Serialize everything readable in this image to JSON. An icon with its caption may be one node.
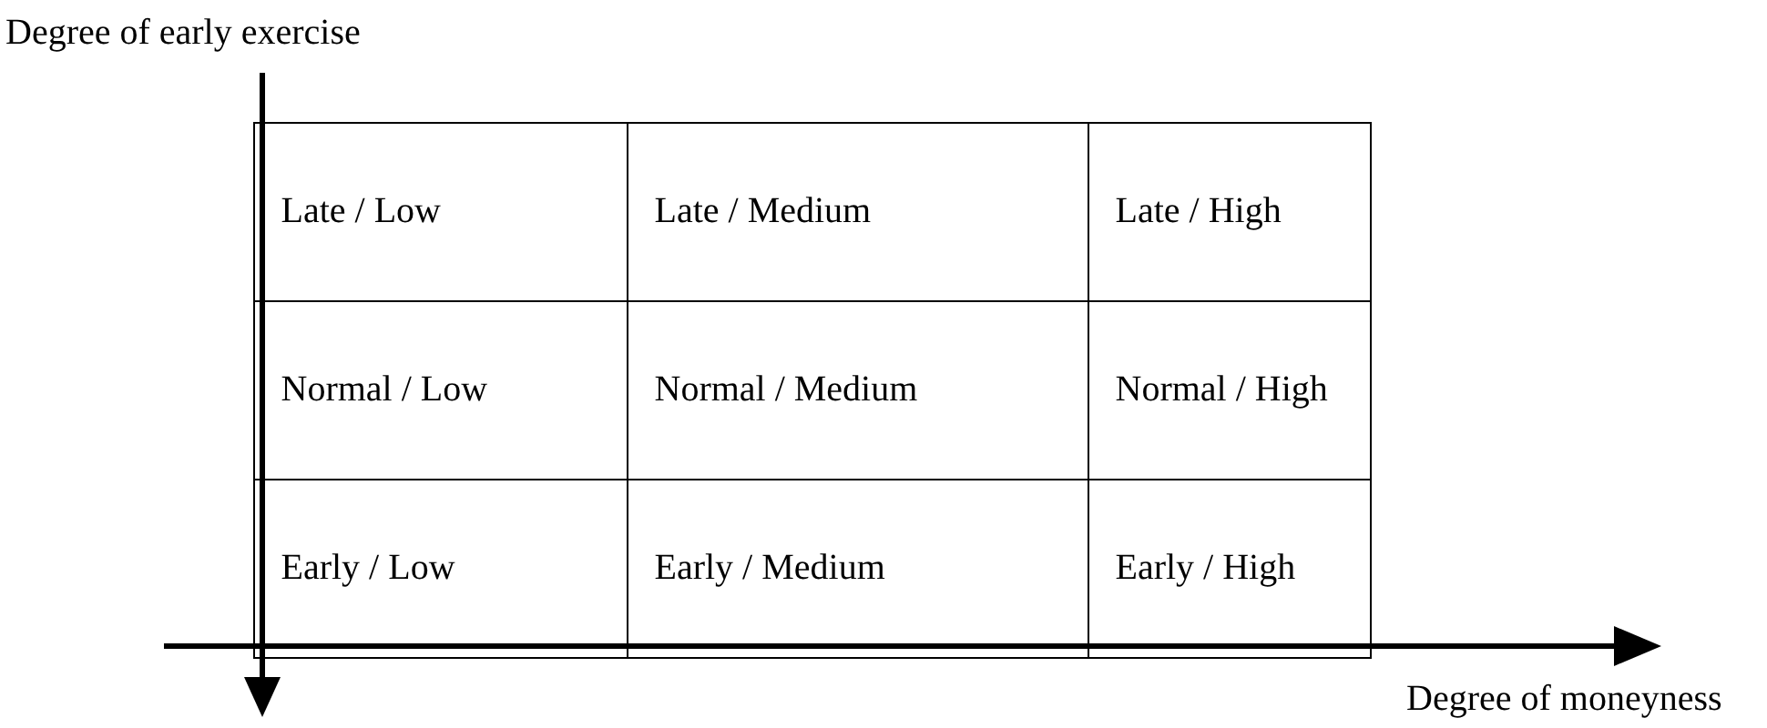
{
  "diagram": {
    "labels": [
      "Degree of early exercise",
      "Late / Low",
      "Late / Medium",
      "Late / High",
      "Normal / Low",
      "Normal / Medium",
      "Normal / High",
      "Early / Low",
      "Early / Medium",
      "Early / High",
      "Degree of moneyness"
    ]
  }
}
